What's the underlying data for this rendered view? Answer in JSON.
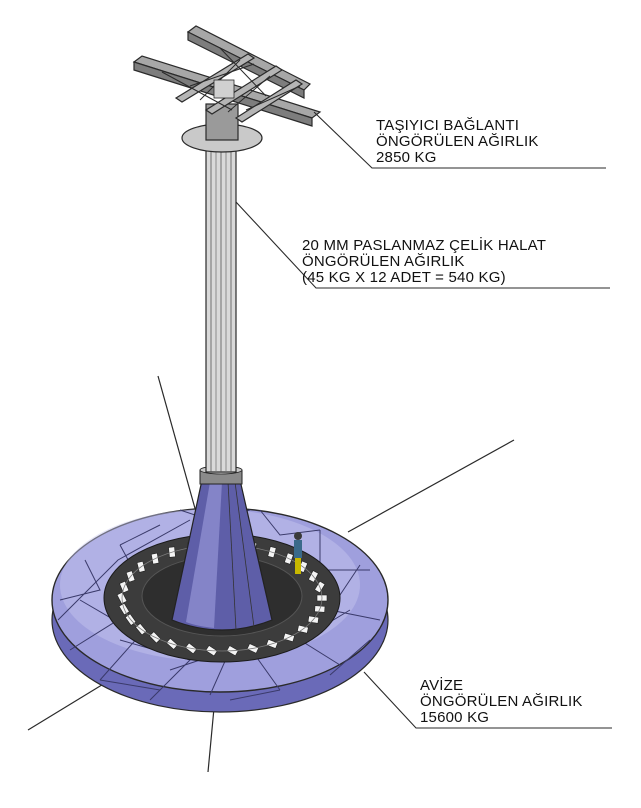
{
  "colors": {
    "line": "#2a2a2a",
    "steel": "#8a8a8a",
    "steel_light": "#c9c9c9",
    "steel_dark": "#4a4a4a",
    "disc": "#9f9fdd",
    "disc_dark": "#6a6ab8",
    "disc_light": "#c7c7ef",
    "cone": "#5e5ea8",
    "cone_light": "#8d8dd0",
    "inner_ring": "#3c3c3c",
    "panel": "#f4f4f4"
  },
  "callouts": {
    "support": {
      "line1": "TAŞIYICI BAĞLANTI",
      "line2": "ÖNGÖRÜLEN AĞIRLIK",
      "line3": "2850 KG"
    },
    "cable": {
      "line1": "20 MM PASLANMAZ ÇELİK HALAT",
      "line2": "ÖNGÖRÜLEN AĞIRLIK",
      "line3": "(45 KG  X 12 ADET = 540 KG)"
    },
    "chandelier": {
      "line1": "AVİZE",
      "line2": "ÖNGÖRÜLEN AĞIRLIK",
      "line3": "15600 KG"
    }
  }
}
